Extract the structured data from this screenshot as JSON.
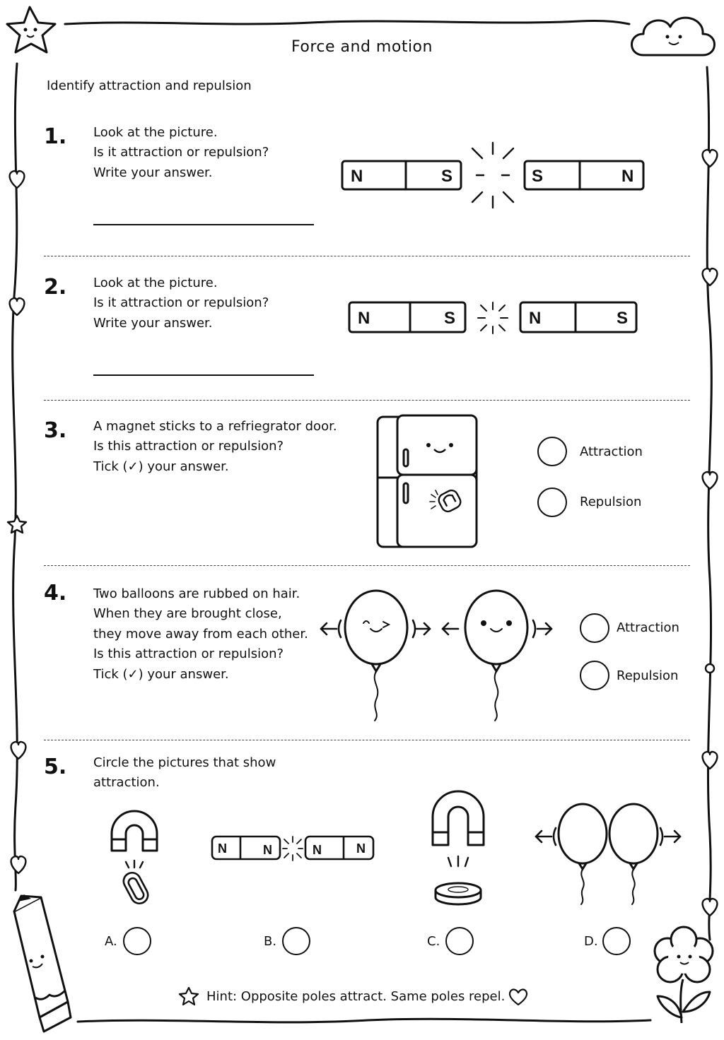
{
  "title": "Force and motion",
  "subtitle": "Identify attraction and repulsion",
  "questions": [
    {
      "number": "1.",
      "lines": [
        "Look at the picture.",
        "Is it attraction or repulsion?",
        "Write your answer."
      ],
      "magnets": [
        {
          "left": "N",
          "right": "S"
        },
        {
          "left": "S",
          "right": "N"
        }
      ]
    },
    {
      "number": "2.",
      "lines": [
        "Look at the picture.",
        "Is it attraction or repulsion?",
        "Write your answer."
      ],
      "magnets": [
        {
          "left": "N",
          "right": "S"
        },
        {
          "left": "N",
          "right": "S"
        }
      ]
    },
    {
      "number": "3.",
      "lines": [
        "A magnet sticks to a refriegrator door.",
        "Is this attraction or repulsion?",
        "Tick (✓) your answer."
      ],
      "options": [
        "Attraction",
        "Repulsion"
      ]
    },
    {
      "number": "4.",
      "lines": [
        "Two balloons are rubbed on hair.",
        "When they are brought close,",
        "they move away from each other.",
        "Is this attraction or repulsion?",
        "Tick (✓) your answer."
      ],
      "options": [
        "Attraction",
        "Repulsion"
      ]
    },
    {
      "number": "5.",
      "lines": [
        "Circle the pictures that show",
        "attraction."
      ],
      "choices": [
        "A.",
        "B.",
        "C.",
        "D."
      ],
      "magnets_b": [
        {
          "left": "N",
          "right": "N"
        },
        {
          "left": "N",
          "right": "N"
        }
      ]
    }
  ],
  "hint": "Hint: Opposite poles attract. Same poles repel."
}
